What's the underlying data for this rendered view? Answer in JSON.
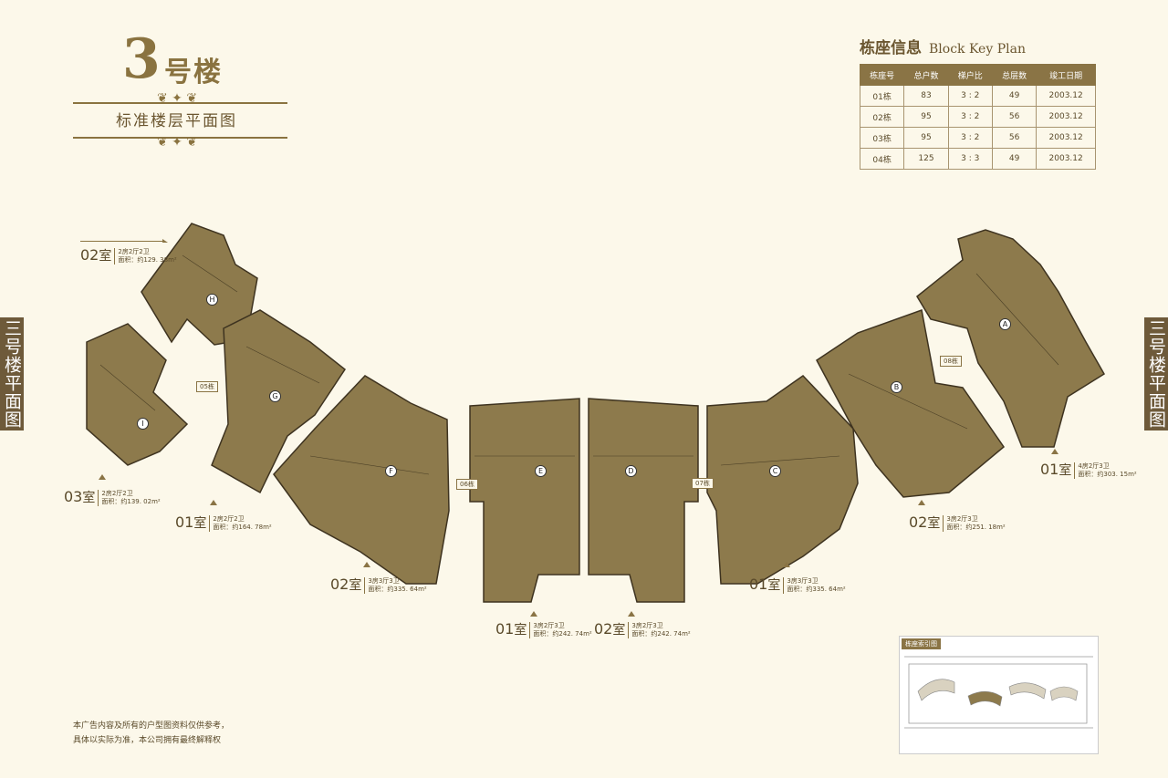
{
  "header": {
    "number": "3",
    "title": "号楼",
    "subtitle": "标准楼层平面图"
  },
  "side_tab": "三号楼平面图",
  "block_key": {
    "title": "栋座信息",
    "subtitle": "Block Key Plan",
    "columns": [
      "栋座号",
      "总户数",
      "梯户比",
      "总层数",
      "竣工日期"
    ],
    "rows": [
      [
        "01栋",
        "83",
        "3 : 2",
        "49",
        "2003.12"
      ],
      [
        "02栋",
        "95",
        "3 : 2",
        "56",
        "2003.12"
      ],
      [
        "03栋",
        "95",
        "3 : 2",
        "56",
        "2003.12"
      ],
      [
        "04栋",
        "125",
        "3 : 3",
        "49",
        "2003.12"
      ]
    ]
  },
  "blocks": [
    "05栋",
    "06栋",
    "07栋",
    "08栋"
  ],
  "letters": [
    "H",
    "G",
    "I",
    "F",
    "E",
    "D",
    "C",
    "B",
    "A"
  ],
  "units": [
    {
      "room": "02",
      "suffix": "室",
      "layout": "2房2厅2卫",
      "area": "面积：约129. 38m²"
    },
    {
      "room": "03",
      "suffix": "室",
      "layout": "2房2厅2卫",
      "area": "面积：约139. 02m²"
    },
    {
      "room": "01",
      "suffix": "室",
      "layout": "2房2厅2卫",
      "area": "面积：约164. 78m²"
    },
    {
      "room": "02",
      "suffix": "室",
      "layout": "3房3厅3卫",
      "area": "面积：约335. 64m²"
    },
    {
      "room": "01",
      "suffix": "室",
      "layout": "3房2厅3卫",
      "area": "面积：约242. 74m²"
    },
    {
      "room": "02",
      "suffix": "室",
      "layout": "3房2厅3卫",
      "area": "面积：约242. 74m²"
    },
    {
      "room": "01",
      "suffix": "室",
      "layout": "3房3厅3卫",
      "area": "面积：约335. 64m²"
    },
    {
      "room": "02",
      "suffix": "室",
      "layout": "3房2厅3卫",
      "area": "面积：约251. 18m²"
    },
    {
      "room": "01",
      "suffix": "室",
      "layout": "4房2厅3卫",
      "area": "面积：约303. 15m²"
    }
  ],
  "footnote": [
    "本广告内容及所有的户型图资料仅供参考，",
    "具体以实际为准，本公司拥有最终解释权"
  ],
  "site_plan": {
    "label": "栋座索引图"
  },
  "colors": {
    "accent": "#8a7445",
    "plan_fill": "#8d7a4c",
    "background": "#fcf8ea"
  }
}
